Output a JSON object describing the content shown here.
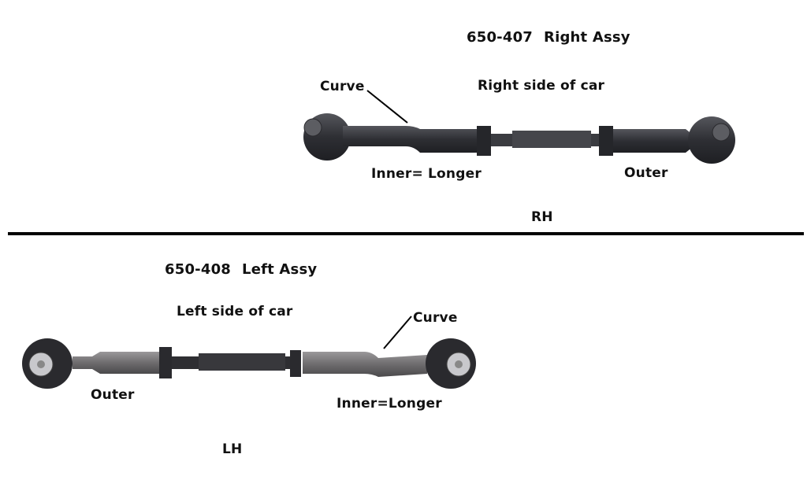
{
  "diagram": {
    "divider_color": "#000000",
    "right_assembly": {
      "part_number": "650-407",
      "title": "Right Assy",
      "side_label": "Right side of car",
      "callout_curve": "Curve",
      "inner_label": "Inner= Longer",
      "outer_label": "Outer",
      "section_tag": "RH",
      "rod_color": "#3a3b40"
    },
    "left_assembly": {
      "part_number": "650-408",
      "title": "Left Assy",
      "side_label": "Left side of car",
      "callout_curve": "Curve",
      "inner_label": "Inner=Longer",
      "outer_label": "Outer",
      "section_tag": "LH",
      "rod_color": "#6b6a6c"
    }
  }
}
